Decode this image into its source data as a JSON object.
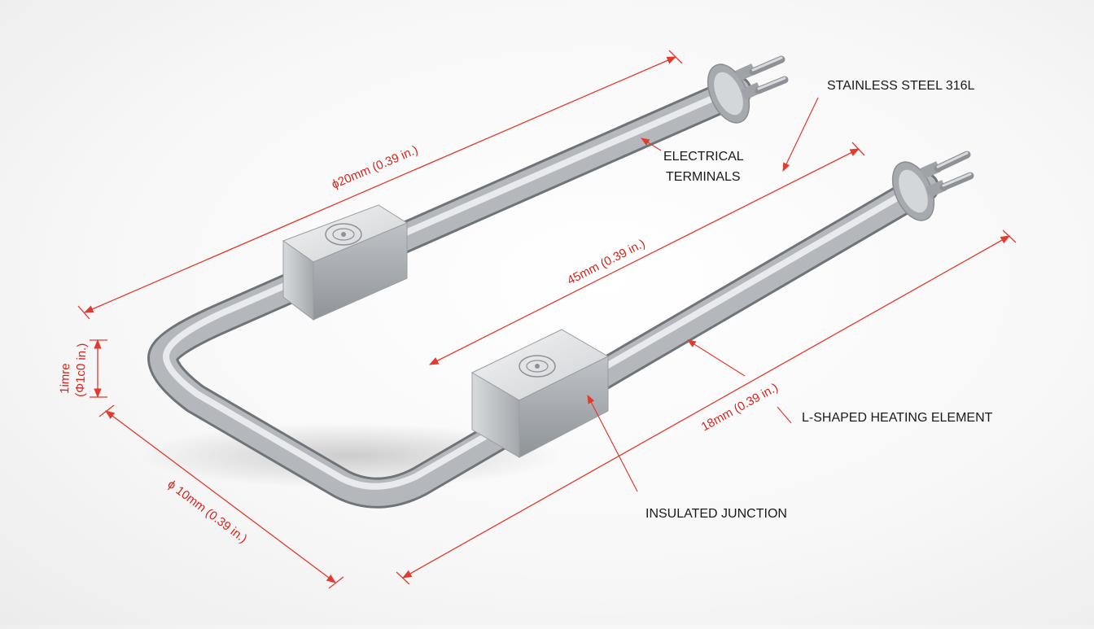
{
  "dimensions": {
    "top_length": "ϕ20mm (0.39 in.)",
    "middle_length": "45mm (0.39 in.)",
    "right_length": "18mm (0.39 in.)",
    "bottom_length": "ϕ 10mm (0.39 in.)",
    "left_height_line1": "1imre",
    "left_height_line2": "(Φ1c0 in.)"
  },
  "callouts": {
    "material": "STAINLESS STEEL 316L",
    "terminals_line1": "ELECTRICAL",
    "terminals_line2": "TERMINALS",
    "element": "L-SHAPED HEATING ELEMENT",
    "junction": "INSULATED JUNCTION"
  },
  "colors": {
    "dimension": "#e23a2e",
    "label": "#1a1a1a",
    "steel": "#b9bdc2"
  }
}
